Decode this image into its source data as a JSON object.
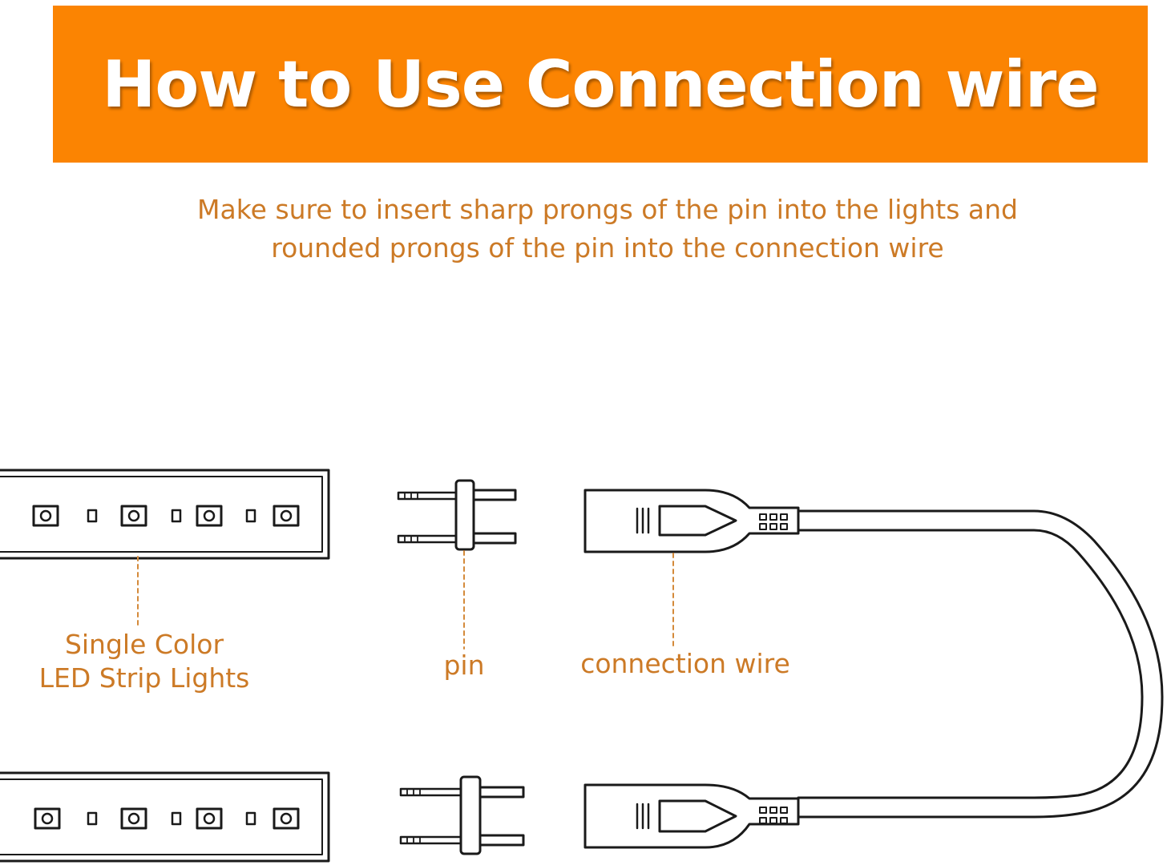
{
  "banner": {
    "title": "How to Use Connection wire"
  },
  "instructions": {
    "line1": "Make sure to insert sharp prongs of the pin into the lights and",
    "line2": "rounded prongs of the pin into the connection wire"
  },
  "labels": {
    "strip_line1": "Single Color",
    "strip_line2": "LED Strip Lights",
    "pin": "pin",
    "connection_wire": "connection wire"
  },
  "colors": {
    "banner": "#fb8402",
    "text": "#cc7a26",
    "line": "#1a1a1a",
    "leader": "#d48a3a"
  }
}
